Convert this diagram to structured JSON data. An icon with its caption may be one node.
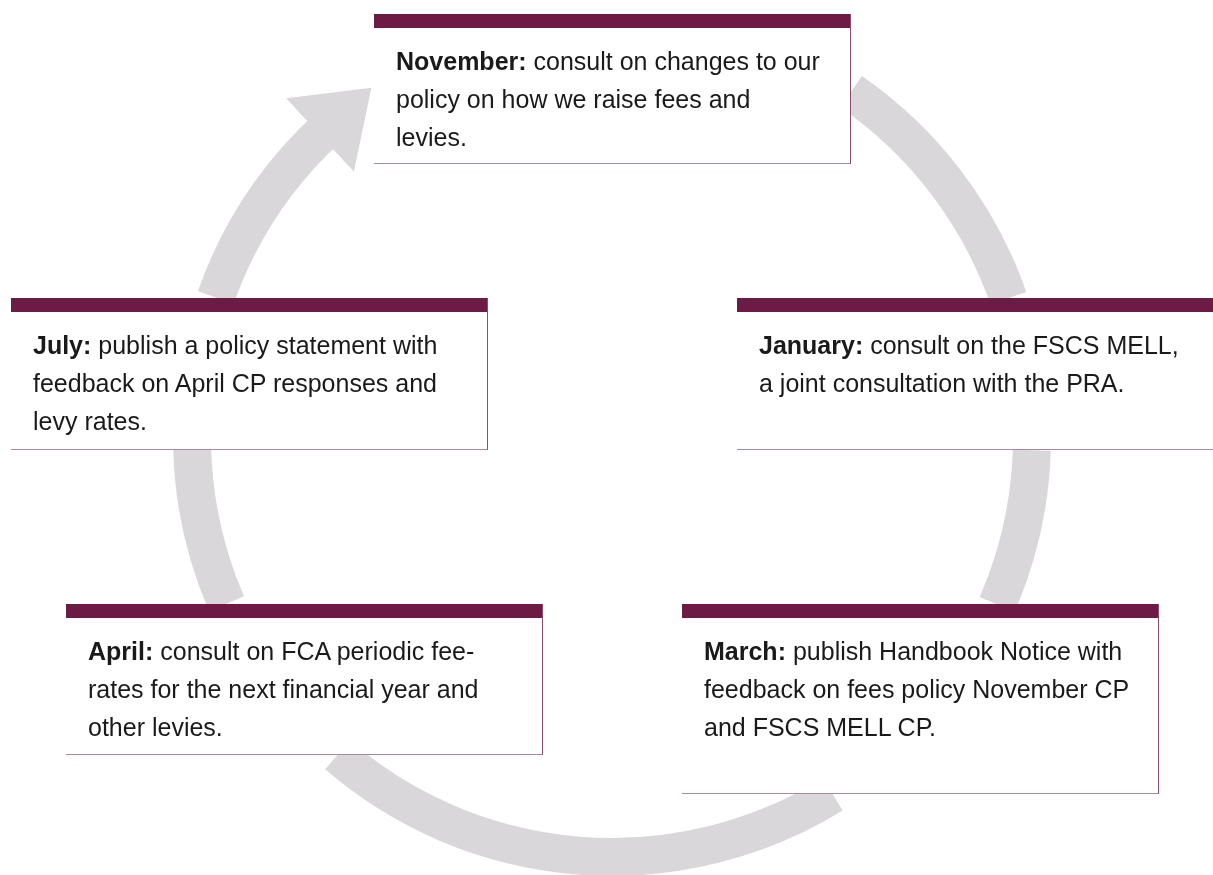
{
  "diagram": {
    "nodes": [
      {
        "text": [
          "**November:** consult on changes to our policy on how we raise fees and levies."
        ]
      },
      {
        "text": [
          "**July:** publish a policy statement with feedback on April CP responses and levy rates."
        ]
      },
      {
        "text": [
          "**January:** consult on the FSCS MELL, a joint consultation with the PRA."
        ]
      },
      {
        "text": [
          "**April:** consult on FCA periodic fee-rates for the next financial year and other levies."
        ]
      },
      {
        "text": [
          "**March:** publish Handbook Notice with feedback on fees policy November CP and FSCS MELL CP."
        ]
      }
    ],
    "edges": [
      {
        "from": 0,
        "to": 2,
        "arrow": "none"
      },
      {
        "from": 2,
        "to": 4,
        "arrow": "none"
      },
      {
        "from": 4,
        "to": 3,
        "arrow": "none"
      },
      {
        "from": 3,
        "to": 1,
        "arrow": "none"
      },
      {
        "from": 1,
        "to": 0,
        "arrow": "to"
      }
    ]
  }
}
